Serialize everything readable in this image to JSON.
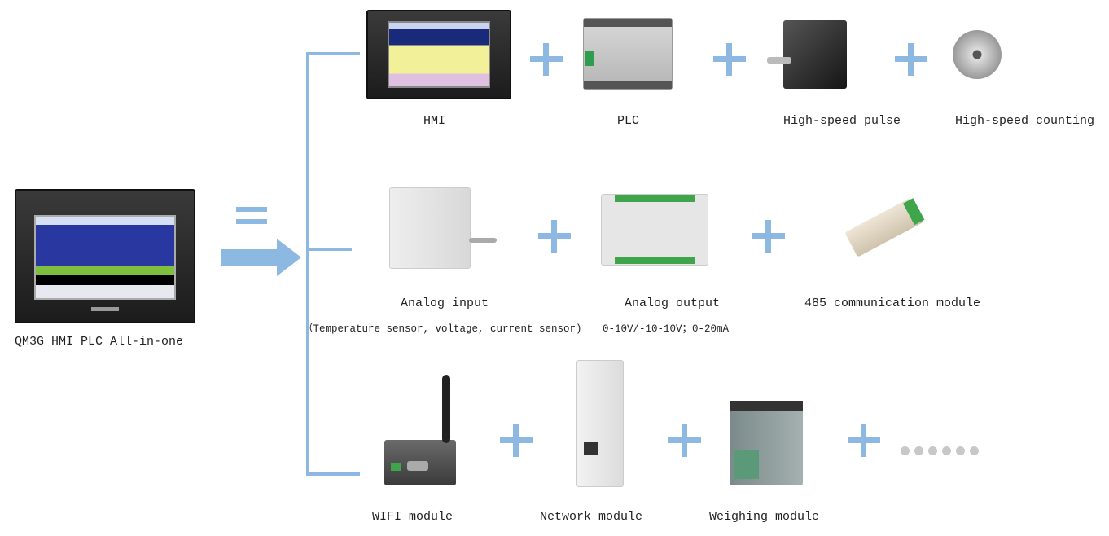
{
  "main_device": {
    "label": "QM3G HMI PLC All-in-one",
    "icon": "hmi-plc-device-image"
  },
  "equals_symbol": "=",
  "colors": {
    "accent": "#8db8e2",
    "text": "#222222"
  },
  "rows": [
    {
      "items": [
        {
          "label": "HMI",
          "icon": "hmi-image"
        },
        {
          "label": "PLC",
          "icon": "plc-image"
        },
        {
          "label": "High-speed pulse",
          "icon": "stepper-motor-image"
        },
        {
          "label": "High-speed counting",
          "icon": "encoder-image"
        }
      ]
    },
    {
      "items": [
        {
          "label": "Analog input",
          "sublabel": "（Temperature sensor, voltage, current sensor)",
          "icon": "analog-input-module-image"
        },
        {
          "label": "Analog output",
          "sublabel": "0-10V/-10-10V；0-20mA",
          "icon": "analog-output-module-image"
        },
        {
          "label": "485 communication module",
          "icon": "rs485-module-image"
        }
      ]
    },
    {
      "items": [
        {
          "label": "WIFI module",
          "icon": "wifi-module-image"
        },
        {
          "label": "Network module",
          "icon": "network-module-image"
        },
        {
          "label": "Weighing module",
          "icon": "weighing-module-image"
        }
      ],
      "more": "ellipsis-dots"
    }
  ]
}
